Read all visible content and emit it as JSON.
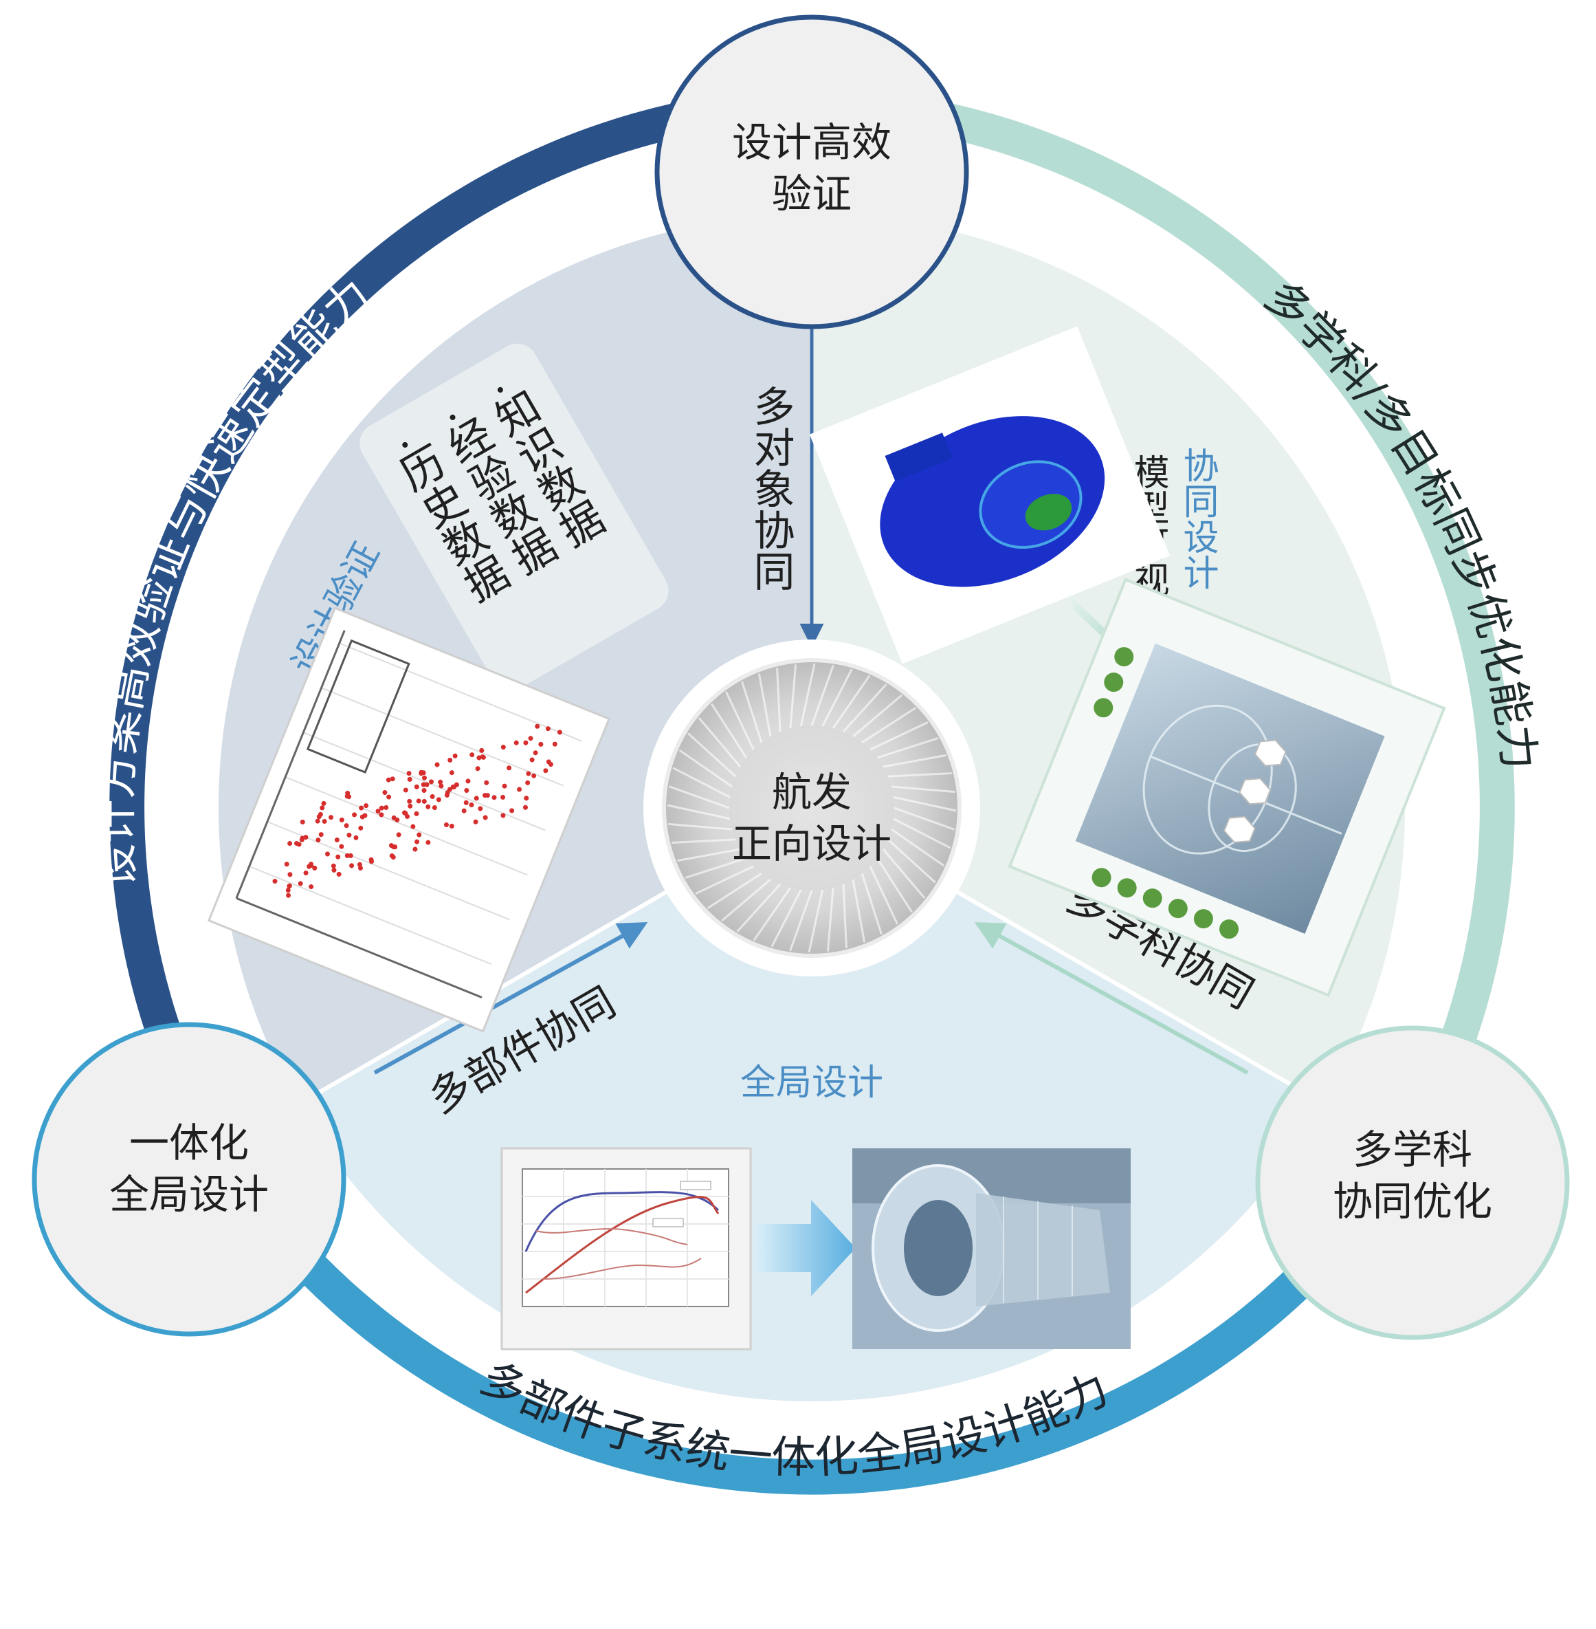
{
  "ring": {
    "top_left_arc": "设计方案高效验证与快速定型能力",
    "top_right_arc": "多学科/多目标同步优化能力",
    "bottom_arc": "多部件子系统一体化全局设计能力"
  },
  "nodes": {
    "top": {
      "line1": "设计高效",
      "line2": "验证"
    },
    "left": {
      "line1": "一体化",
      "line2": "全局设计"
    },
    "right": {
      "line1": "多学科",
      "line2": "协同优化"
    },
    "center": {
      "line1": "航发",
      "line2": "正向设计"
    }
  },
  "arrows": {
    "top": "多对象协同",
    "left": "多部件协同",
    "right": "多学科协同"
  },
  "sectors": {
    "left": {
      "title": "设计验证",
      "data_items": [
        "·历史数据",
        "·经验数据",
        "·知识数据"
      ]
    },
    "right": {
      "title": "协同设计",
      "subtitle": "模型可视化"
    },
    "bottom": {
      "title": "全局设计"
    }
  },
  "colors": {
    "arc_dark_blue": "#2a5289",
    "arc_mid_blue": "#3d9fcd",
    "arc_mint": "#b6ddd4",
    "sector_left_bg": "#d4dce6",
    "sector_right_bg": "#e8f1ee",
    "sector_bottom_bg": "#ddebf2",
    "title_blue": "#4a8dc4"
  }
}
